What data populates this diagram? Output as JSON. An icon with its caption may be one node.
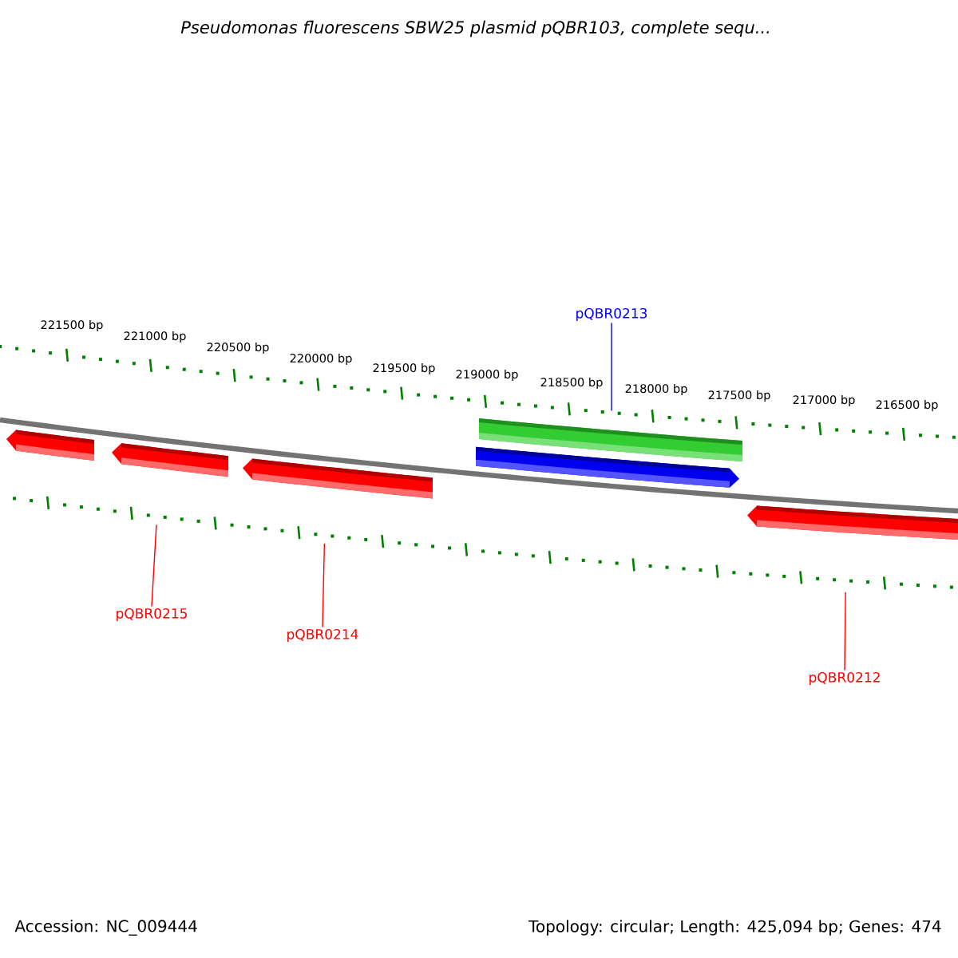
{
  "diagram": {
    "title": "Pseudomonas fluorescens SBW25 plasmid pQBR103, complete sequ...",
    "nodes": [
      {
        "text": [
          "pQBR0213"
        ]
      },
      {
        "text": [],
        "shape": "bar"
      },
      {
        "text": [],
        "shape": "bar"
      },
      {
        "text": [],
        "shape": "bar"
      },
      {
        "text": [],
        "shape": "bar"
      },
      {
        "text": [],
        "shape": "bar"
      },
      {
        "text": [],
        "shape": "bar"
      },
      {
        "text": [
          "pQBR0215"
        ]
      },
      {
        "text": [
          "pQBR0214"
        ]
      },
      {
        "text": [
          "pQBR0212"
        ]
      }
    ],
    "edges": [
      {
        "from": 0,
        "to": 1,
        "arrow": "none",
        "color": "#0000ff"
      },
      {
        "from": 7,
        "to": 4,
        "arrow": "none"
      },
      {
        "from": 8,
        "to": 5,
        "arrow": "none"
      },
      {
        "from": 9,
        "to": 6,
        "arrow": "none"
      }
    ],
    "labels": [
      "221500 bp",
      "221000 bp",
      "220500 bp",
      "220000 bp",
      "219500 bp",
      "219000 bp",
      "218500 bp",
      "218000 bp",
      "217500 bp",
      "217000 bp",
      "216500 bp",
      "Accession: NC_009444",
      "Topology: circular; Length: 425,094 bp; Genes: 474"
    ]
  }
}
